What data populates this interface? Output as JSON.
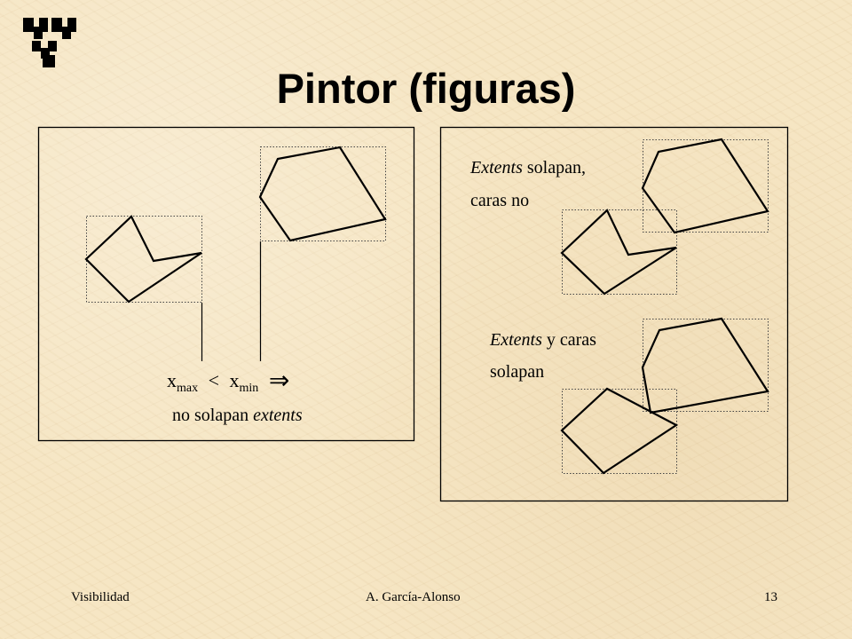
{
  "slide": {
    "title": "Pintor (figuras)",
    "logo_icon": "university-crest-logo"
  },
  "left_panel": {
    "formula": {
      "x_left": "x",
      "sub_left": "max",
      "operator": "<",
      "x_right": "x",
      "sub_right": "min",
      "implies": "⇒"
    },
    "caption_plain": "no solapan ",
    "caption_italic": "extents"
  },
  "right_panel": {
    "case1_italic": "Extents",
    "case1_rest": " solapan,",
    "case1_line2": "caras no",
    "case2_italic": "Extents",
    "case2_rest": " y caras",
    "case2_line2": "solapan"
  },
  "footer": {
    "left": "Visibilidad",
    "center": "A. García-Alonso",
    "page": "13"
  }
}
